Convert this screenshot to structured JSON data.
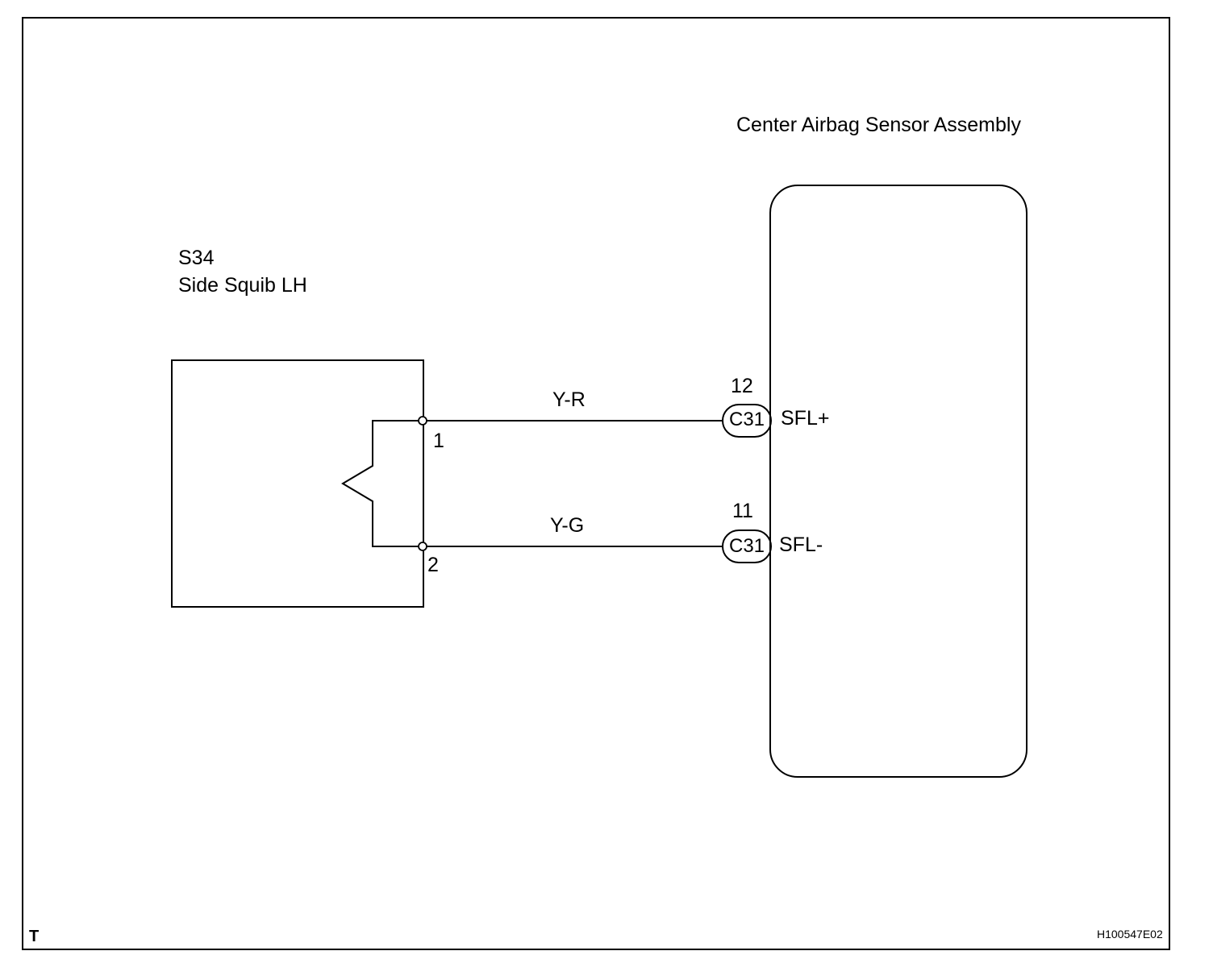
{
  "frame": {
    "corner_mark": "T",
    "figure_id": "H100547E02"
  },
  "squib": {
    "code": "S34",
    "name": "Side Squib LH",
    "pins": [
      "1",
      "2"
    ]
  },
  "sensor": {
    "name": "Center Airbag Sensor Assembly"
  },
  "wires": [
    {
      "color_code": "Y-R",
      "from_pin": "1",
      "connector": "C31",
      "connector_pin": "12",
      "terminal": "SFL+"
    },
    {
      "color_code": "Y-G",
      "from_pin": "2",
      "connector": "C31",
      "connector_pin": "11",
      "terminal": "SFL-"
    }
  ]
}
